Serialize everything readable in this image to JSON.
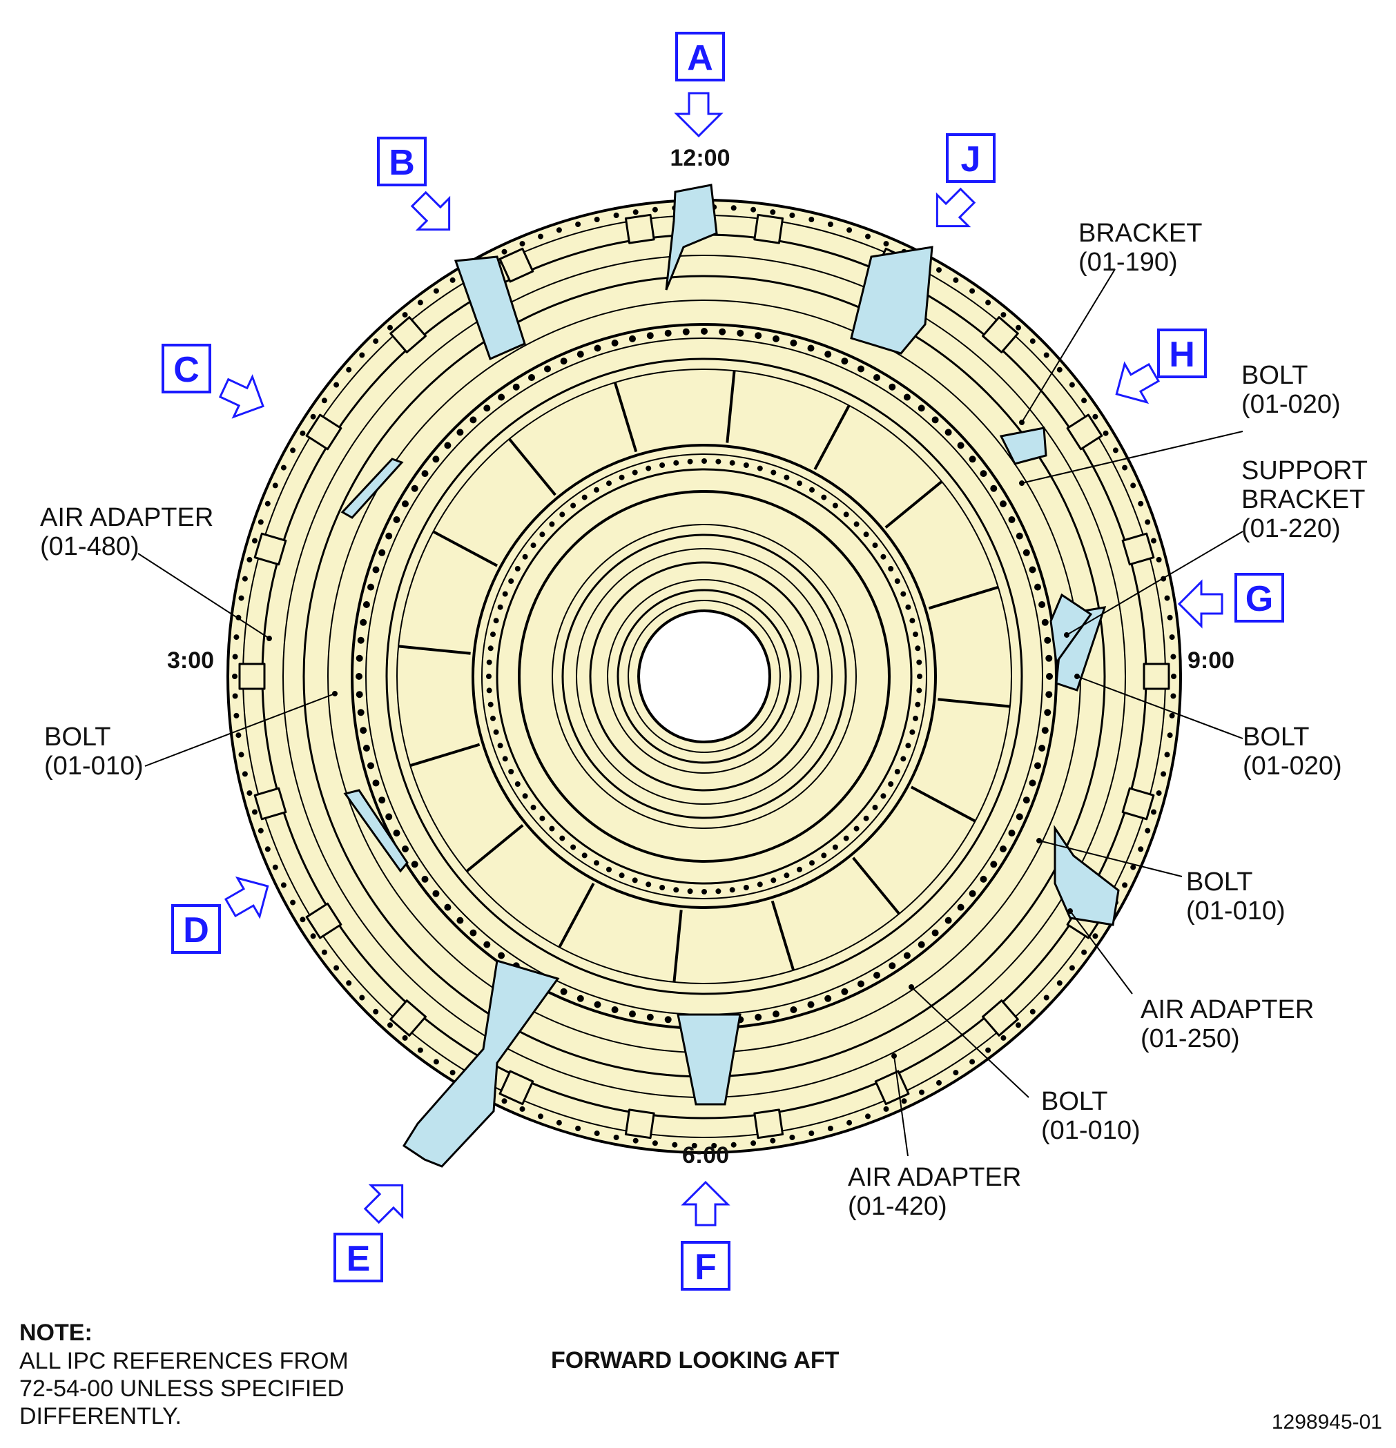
{
  "view_labels": [
    "A",
    "B",
    "C",
    "D",
    "E",
    "F",
    "G",
    "H",
    "J"
  ],
  "clock_positions": [
    "12:00",
    "3:00",
    "6:00",
    "9:00"
  ],
  "callouts": [
    {
      "name": "BRACKET",
      "ref": "(01-190)"
    },
    {
      "name": "BOLT",
      "ref": "(01-020)"
    },
    {
      "name": "SUPPORT",
      "name2": "BRACKET",
      "ref": "(01-220)"
    },
    {
      "name": "BOLT",
      "ref": "(01-020)"
    },
    {
      "name": "BOLT",
      "ref": "(01-010)"
    },
    {
      "name": "AIR ADAPTER",
      "ref": "(01-250)"
    },
    {
      "name": "BOLT",
      "ref": "(01-010)"
    },
    {
      "name": "AIR ADAPTER",
      "ref": "(01-420)"
    },
    {
      "name": "AIR ADAPTER",
      "ref": "(01-480)"
    },
    {
      "name": "BOLT",
      "ref": "(01-010)"
    }
  ],
  "note": {
    "title": "NOTE:",
    "lines": [
      "ALL IPC REFERENCES FROM",
      "72-54-00 UNLESS SPECIFIED",
      "DIFFERENTLY."
    ]
  },
  "caption": "FORWARD LOOKING AFT",
  "figure_number": "1298945-01",
  "colors": {
    "part_fill": "#f8f3c9",
    "highlight_fill": "#bfe3ee",
    "view_blue": "#1a1aff",
    "line": "#000000"
  }
}
